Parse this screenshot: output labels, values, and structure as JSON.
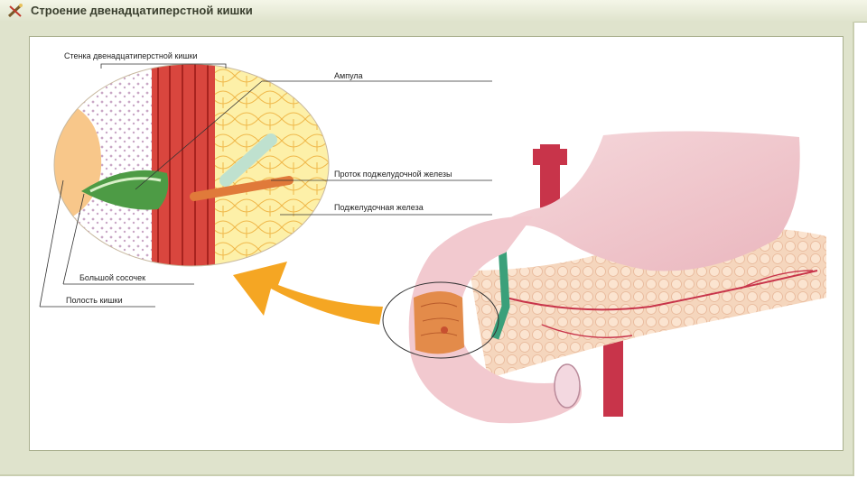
{
  "window": {
    "title": "Строение двенадцатиперстной кишки",
    "icon": "tools-icon"
  },
  "labels": {
    "wall": "Стенка двенадцатиперстной кишки",
    "ampulla": "Ампула",
    "pancreatic_duct": "Проток поджелудочной железы",
    "pancreas": "Поджелудочная железа",
    "major_papilla": "Большой сосочек",
    "lumen": "Полость кишки"
  },
  "colors": {
    "titlebar": "#dfe3cc",
    "arrow": "#f5a623",
    "vessel": "#c8344a",
    "duodenum": "#f2c9cf",
    "pancreas": "#f7dcc4",
    "fat": "#fdf3b8",
    "bile_duct": "#3aa07a"
  }
}
